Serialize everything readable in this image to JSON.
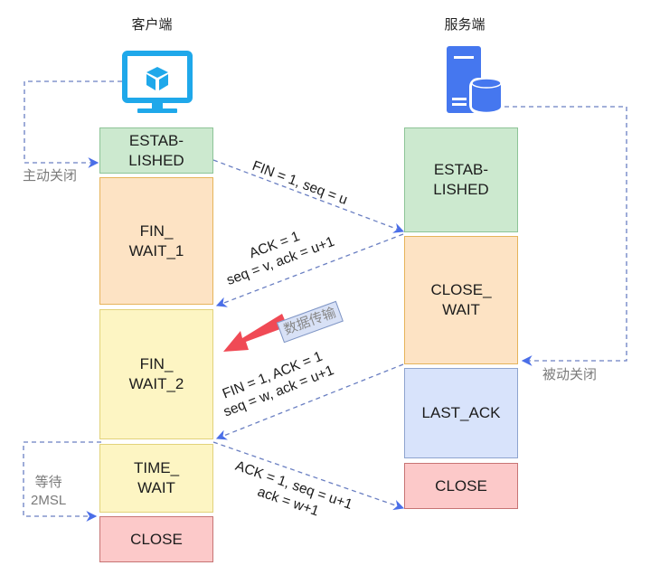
{
  "titles": {
    "client": "客户端",
    "server": "服务端"
  },
  "icons": {
    "client": "monitor-cube-icon",
    "server": "server-database-icon"
  },
  "colors": {
    "arrow": "#4a6ee8",
    "dashed_line": "#6a7fc2",
    "data_arrow": "#f04a55",
    "client_icon": "#1fa8ea",
    "server_icon": "#4577ef"
  },
  "client_states": [
    {
      "label": "ESTAB-\nLISHED",
      "color": "green"
    },
    {
      "label": "FIN_\nWAIT_1",
      "color": "orange"
    },
    {
      "label": "FIN_\nWAIT_2",
      "color": "yellow"
    },
    {
      "label": "TIME_\nWAIT",
      "color": "yellow"
    },
    {
      "label": "CLOSE",
      "color": "red"
    }
  ],
  "server_states": [
    {
      "label": "ESTAB-\nLISHED",
      "color": "green"
    },
    {
      "label": "CLOSE_\nWAIT",
      "color": "orange"
    },
    {
      "label": "LAST_ACK",
      "color": "blue"
    },
    {
      "label": "CLOSE",
      "color": "red"
    }
  ],
  "side_labels": {
    "active_close": "主动关闭",
    "passive_close": "被动关闭",
    "wait_2msl": "等待\n2MSL"
  },
  "messages": [
    {
      "lines": [
        "FIN = 1, seq = u"
      ],
      "direction": "client-to-server"
    },
    {
      "lines": [
        "ACK = 1",
        "seq = v, ack = u+1"
      ],
      "direction": "server-to-client"
    },
    {
      "lines": [
        "FIN = 1, ACK = 1",
        "seq = w, ack = u+1"
      ],
      "direction": "server-to-client"
    },
    {
      "lines": [
        "ACK = 1, seq = u+1",
        "ack = w+1"
      ],
      "direction": "client-to-server"
    }
  ],
  "data_transfer_label": "数据传输"
}
